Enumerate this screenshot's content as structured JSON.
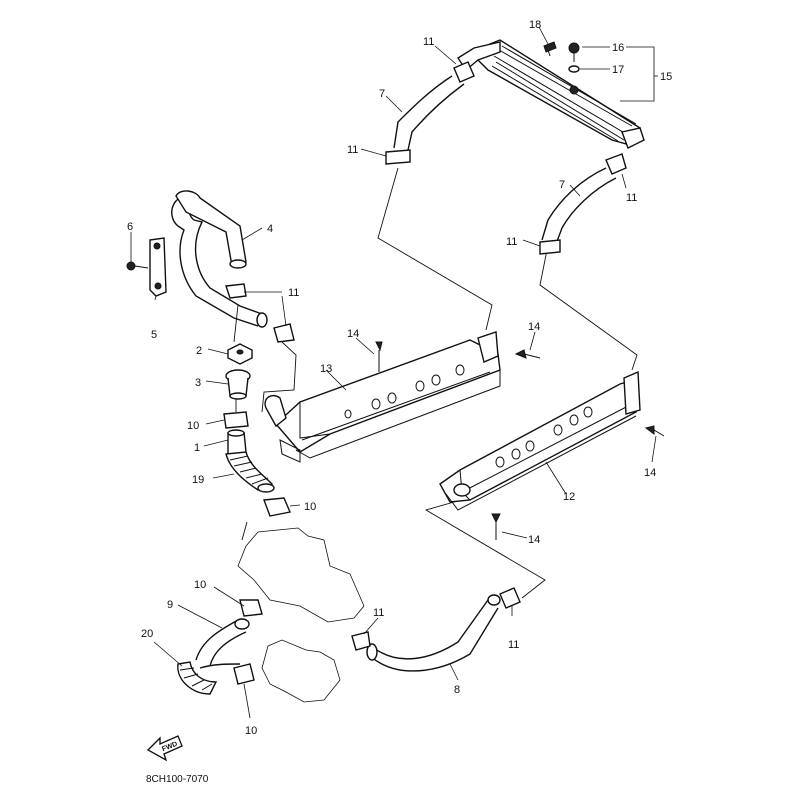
{
  "diagram": {
    "callouts": [
      {
        "id": "c18",
        "text": "18"
      },
      {
        "id": "c16",
        "text": "16"
      },
      {
        "id": "c17",
        "text": "17"
      },
      {
        "id": "c15",
        "text": "15"
      },
      {
        "id": "c11a",
        "text": "11"
      },
      {
        "id": "c7a",
        "text": "7"
      },
      {
        "id": "c11b",
        "text": "11"
      },
      {
        "id": "c7b",
        "text": "7"
      },
      {
        "id": "c11c",
        "text": "11"
      },
      {
        "id": "c11d",
        "text": "11"
      },
      {
        "id": "c6",
        "text": "6"
      },
      {
        "id": "c4",
        "text": "4"
      },
      {
        "id": "c11e",
        "text": "11"
      },
      {
        "id": "c5",
        "text": "5"
      },
      {
        "id": "c14a",
        "text": "14"
      },
      {
        "id": "c14b",
        "text": "14"
      },
      {
        "id": "c2",
        "text": "2"
      },
      {
        "id": "c13",
        "text": "13"
      },
      {
        "id": "c3",
        "text": "3"
      },
      {
        "id": "c10a",
        "text": "10"
      },
      {
        "id": "c1",
        "text": "1"
      },
      {
        "id": "c14c",
        "text": "14"
      },
      {
        "id": "c19",
        "text": "19"
      },
      {
        "id": "c12",
        "text": "12"
      },
      {
        "id": "c10b",
        "text": "10"
      },
      {
        "id": "c14d",
        "text": "14"
      },
      {
        "id": "c10c",
        "text": "10"
      },
      {
        "id": "c9",
        "text": "9"
      },
      {
        "id": "c11f",
        "text": "11"
      },
      {
        "id": "c11g",
        "text": "11"
      },
      {
        "id": "c20",
        "text": "20"
      },
      {
        "id": "c8",
        "text": "8"
      },
      {
        "id": "c10d",
        "text": "10"
      }
    ],
    "fwd_label": "FWD",
    "drawing_code": "8CH100-7070"
  }
}
